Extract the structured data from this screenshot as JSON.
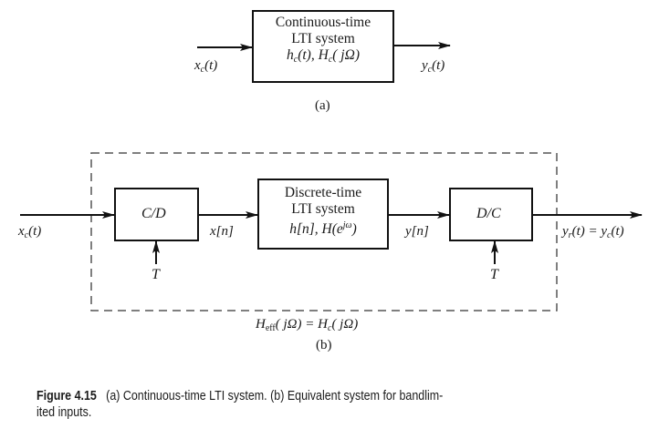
{
  "diagram_a": {
    "input_label": "x",
    "input_sub": "c",
    "input_arg": "(t)",
    "box_line1": "Continuous-time",
    "box_line2": "LTI system",
    "box_line3_h": "h",
    "box_line3_hsub": "c",
    "box_line3_harg": "(t), ",
    "box_line3_H": "H",
    "box_line3_Hsub": "c",
    "box_line3_Harg": "( jΩ)",
    "output_label": "y",
    "output_sub": "c",
    "output_arg": "(t)",
    "sublabel": "(a)"
  },
  "diagram_b": {
    "input_label": "x",
    "input_sub": "c",
    "input_arg": "(t)",
    "cd_label": "C/D",
    "cd_sample_label": "T",
    "xn_label": "x[n]",
    "dt_line1": "Discrete-time",
    "dt_line2": "LTI system",
    "dt_line3_a": "h[n], H(e",
    "dt_line3_sup": "jω",
    "dt_line3_b": ")",
    "yn_label": "y[n]",
    "dc_label": "D/C",
    "dc_sample_label": "T",
    "output_y": "y",
    "output_rsub": "r",
    "output_mid": "(t) = y",
    "output_csub": "c",
    "output_end": "(t)",
    "heff_H": "H",
    "heff_sub": "eff",
    "heff_rest": "( jΩ) = H",
    "heff_csub": "c",
    "heff_end": "( jΩ)",
    "sublabel": "(b)"
  },
  "caption": {
    "figure_number": "Figure 4.15",
    "text_line1": "(a) Continuous-time LTI system. (b) Equivalent system for bandlim-",
    "text_line2": "ited inputs."
  }
}
